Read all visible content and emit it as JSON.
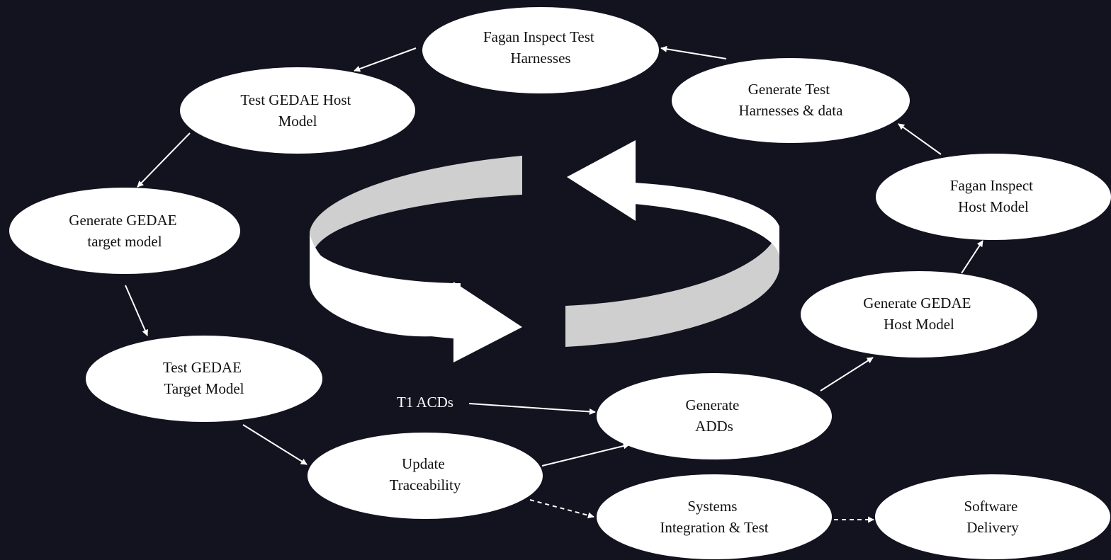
{
  "colors": {
    "background": "#13121f",
    "node_fill": "#ffffff",
    "node_text": "#111111",
    "arrow": "#ffffff",
    "cycle_light": "#ffffff",
    "cycle_shade": "#cfcfcf",
    "label_text": "#ffffff"
  },
  "nodes": {
    "fagan_inspect_test_harnesses": [
      "Fagan Inspect Test",
      "Harnesses"
    ],
    "generate_test_harnesses": [
      "Generate Test",
      "Harnesses & data"
    ],
    "fagan_inspect_host_model": [
      "Fagan Inspect",
      "Host Model"
    ],
    "generate_gedae_host_model": [
      "Generate GEDAE",
      "Host Model"
    ],
    "generate_adds": [
      "Generate",
      "ADDs"
    ],
    "update_traceability": [
      "Update",
      "Traceability"
    ],
    "test_gedae_target_model": [
      "Test GEDAE",
      "Target Model"
    ],
    "generate_gedae_target_model": [
      "Generate GEDAE",
      "target model"
    ],
    "test_gedae_host_model": [
      "Test GEDAE Host",
      "Model"
    ],
    "systems_integration_test": [
      "Systems",
      "Integration & Test"
    ],
    "software_delivery": [
      "Software",
      "Delivery"
    ]
  },
  "labels": {
    "t1_acds": "T1 ACDs"
  },
  "center_graphic": "circular-cycle-arrow"
}
